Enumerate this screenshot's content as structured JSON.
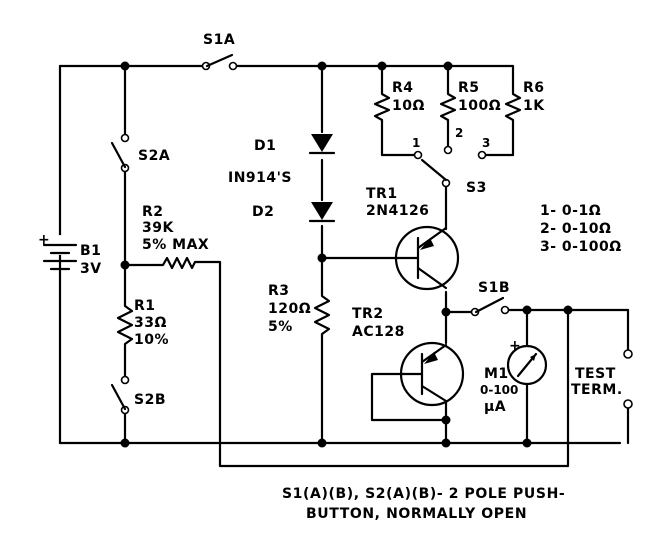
{
  "components": {
    "s1a": "S1A",
    "s2a": "S2A",
    "s2b": "S2B",
    "s1b": "S1B",
    "b1": {
      "name": "B1",
      "value": "3V"
    },
    "r1": {
      "name": "R1",
      "value": "33Ω",
      "tol": "10%"
    },
    "r2": {
      "name": "R2",
      "value": "39K",
      "tol": "5% MAX"
    },
    "r3": {
      "name": "R3",
      "value": "120Ω",
      "tol": "5%"
    },
    "r4": {
      "name": "R4",
      "value": "10Ω"
    },
    "r5": {
      "name": "R5",
      "value": "100Ω"
    },
    "r6": {
      "name": "R6",
      "value": "1K"
    },
    "d1": "D1",
    "d2": "D2",
    "diode_type": "IN914'S",
    "tr1": {
      "name": "TR1",
      "type": "2N4126"
    },
    "tr2": {
      "name": "TR2",
      "type": "AC128"
    },
    "s3": {
      "name": "S3",
      "pos1": "1",
      "pos2": "2",
      "pos3": "3"
    },
    "m1": {
      "name": "M1",
      "range": "0-100",
      "unit": "μA",
      "polarity": "+"
    },
    "test_term": {
      "line1": "TEST",
      "line2": "TERM."
    },
    "battery_plus": "+"
  },
  "range_legend": [
    "1- 0-1Ω",
    "2- 0-10Ω",
    "3- 0-100Ω"
  ],
  "footnote": {
    "line1": "S1(A)(B), S2(A)(B)- 2 POLE PUSH-",
    "line2": "BUTTON, NORMALLY OPEN"
  }
}
